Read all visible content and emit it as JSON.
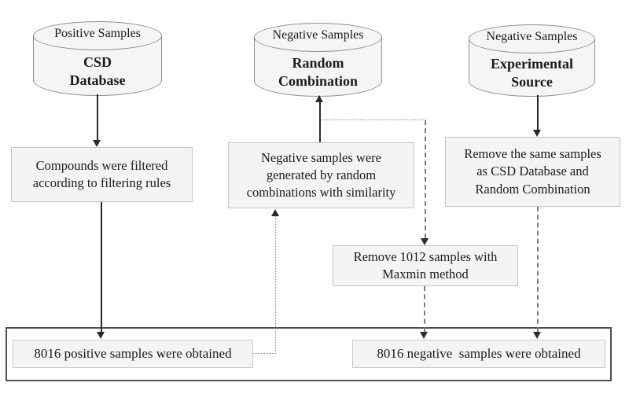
{
  "palette": {
    "line_color": "#2a2a2a",
    "dash_color": "#7d7d7d",
    "dot_color": "#8c8c8c",
    "box_fill": "#f4f4f4",
    "box_border": "#c6c6c6",
    "cyl_fill": "#f5f5f5",
    "cyl_border": "#8f8f8f",
    "outer_border": "#4f4f4f",
    "text_color": "#1b1b1b",
    "background": "#ffffff"
  },
  "nodes": {
    "csd_cylinder": {
      "tag": "Positive Samples",
      "label": "CSD\nDatabase"
    },
    "random_cylinder": {
      "tag": "Negative Samples",
      "label": "Random\nCombination"
    },
    "experimental_cylinder": {
      "tag": "Negative Samples",
      "label": "Experimental\nSource"
    },
    "filter_box": {
      "label": "Compounds were filtered\naccording to filtering rules"
    },
    "generate_box": {
      "label": "Negative samples were\ngenerated by random\ncombinations with similarity"
    },
    "remove_same_box": {
      "label": "Remove the same samples\nas CSD Database and\nRandom Combination"
    },
    "maxmin_box": {
      "label": "Remove 1012 samples with\nMaxmin method"
    },
    "positive_result_box": {
      "label": "8016 positive samples were obtained"
    },
    "negative_result_box": {
      "label": "8016 negative  samples were obtained"
    }
  }
}
